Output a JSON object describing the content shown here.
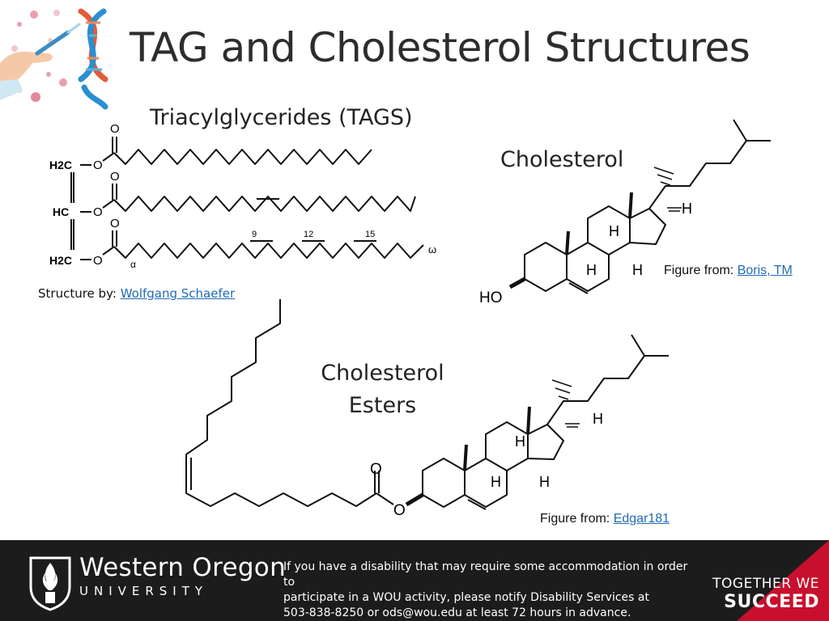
{
  "slide": {
    "title": "TAG and Cholesterol Structures"
  },
  "tag": {
    "heading": "Triacylglycerides (TAGS)",
    "atoms": {
      "h2c_top": "H2C",
      "hc_mid": "HC",
      "h2c_bot": "H2C",
      "o": "O",
      "alpha": "α",
      "omega": "ω",
      "pos_9": "9",
      "pos_12": "12",
      "pos_15": "15"
    },
    "credit_prefix": "Structure by: ",
    "credit_link": "Wolfgang Schaefer"
  },
  "cholesterol": {
    "heading": "Cholesterol",
    "atoms": {
      "h": "H",
      "ho": "HO"
    },
    "credit_prefix": "Figure from: ",
    "credit_link": "Boris, TM"
  },
  "esters": {
    "heading_line1": "Cholesterol",
    "heading_line2": "Esters",
    "atoms": {
      "h": "H",
      "o": "O"
    },
    "credit_prefix": "Figure from: ",
    "credit_link": "Edgar181"
  },
  "footer": {
    "university_name": "Western Oregon",
    "university_sub": "UNIVERSITY",
    "notice_line1": "If you have a disability that may require some accommodation in order to",
    "notice_line2": "participate in a WOU activity, please notify Disability Services at",
    "notice_line3": "503-838-8250 or ods@wou.edu at least 72 hours in advance.",
    "slogan_line1": "TOGETHER WE",
    "slogan_line2": "SUCCEED",
    "colors": {
      "background": "#1c1c1c",
      "accent_red": "#c8102e",
      "text": "#ffffff"
    }
  },
  "icons": {
    "top_left": "scientist-dna-icon",
    "footer_logo": "wou-torch-logo-icon"
  }
}
